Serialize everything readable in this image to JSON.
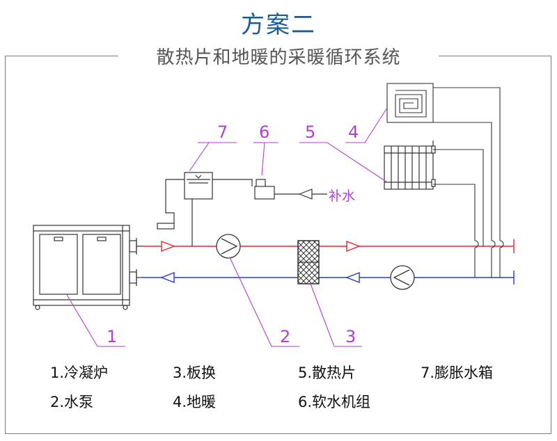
{
  "title": "方案二",
  "subtitle": "散热片和地暖的采暖循环系统",
  "makeup_label": "补水",
  "callouts": [
    "1",
    "2",
    "3",
    "4",
    "5",
    "6",
    "7"
  ],
  "legend": [
    "1.冷凝炉",
    "2.水泵",
    "3.板换",
    "4.地暖",
    "5.散热片",
    "6.软水机组",
    "7.膨胀水箱"
  ],
  "colors": {
    "title": "#1a5d94",
    "supply_line": "#e8262a",
    "return_line": "#2a33d8",
    "annotation": "#b23cd6",
    "equipment": "#333333"
  }
}
